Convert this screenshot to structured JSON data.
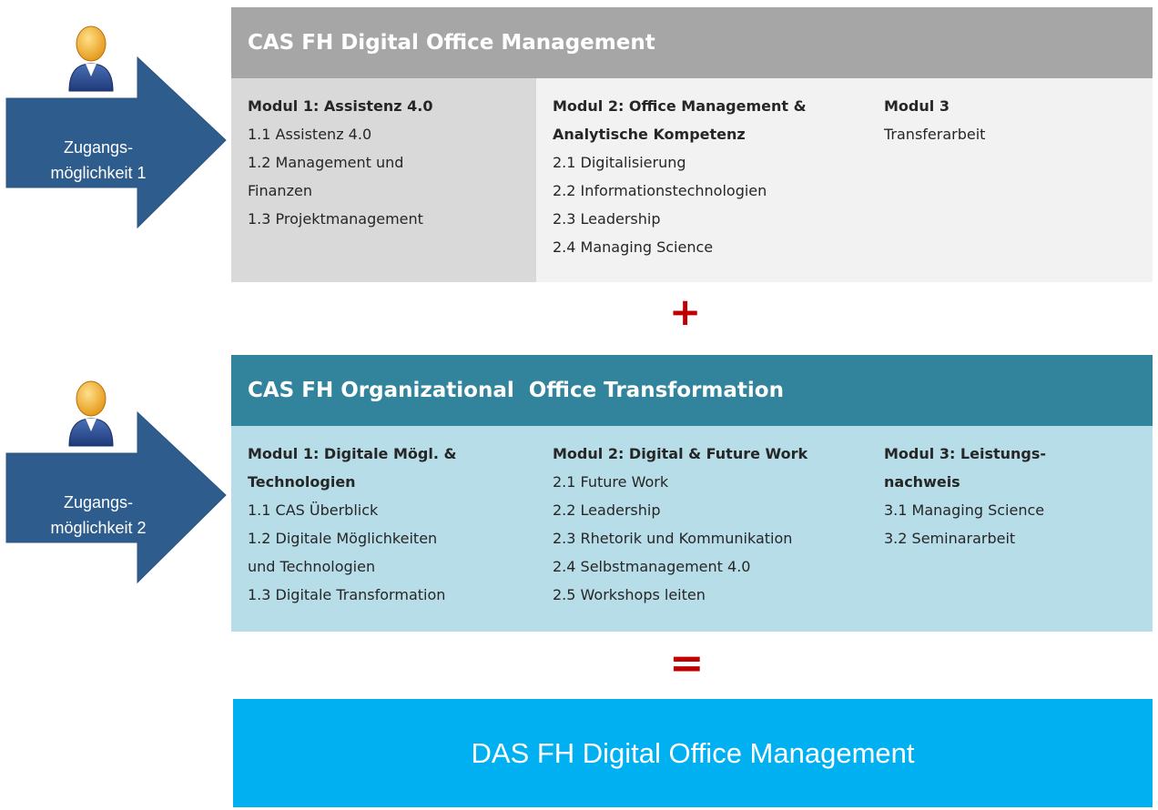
{
  "access_points": [
    {
      "label": "Zugangs-\nmöglichkeit 1",
      "icon": "person-icon"
    },
    {
      "label": "Zugangs-\nmöglichkeit 2",
      "icon": "person-icon"
    }
  ],
  "programs": [
    {
      "title": "CAS FH Digital Office Management",
      "color": "#a6a6a6",
      "modules": [
        {
          "title": "Modul 1: Assistenz 4.0",
          "items": [
            "1.1 Assistenz 4.0",
            "1.2 Management und\nFinanzen",
            "1.3 Projektmanagement"
          ]
        },
        {
          "title": "Modul 2: Office Management &\nAnalytische Kompetenz",
          "items": [
            "2.1 Digitalisierung",
            "2.2 Informationstechnologien",
            "2.3 Leadership",
            "2.4 Managing Science"
          ]
        },
        {
          "title": "Modul 3",
          "items": [
            "Transferarbeit"
          ]
        }
      ]
    },
    {
      "title": "CAS FH Organizational  Office Transformation",
      "color": "#31849b",
      "modules": [
        {
          "title": "Modul 1: Digitale Mögl. &\nTechnologien",
          "items": [
            "1.1 CAS Überblick",
            "1.2 Digitale Möglichkeiten\nund Technologien",
            "1.3 Digitale Transformation"
          ]
        },
        {
          "title": "Modul 2: Digital & Future Work",
          "items": [
            "2.1 Future Work",
            "2.2 Leadership",
            "2.3 Rhetorik und  Kommunikation",
            "2.4 Selbstmanagement 4.0",
            "2.5 Workshops leiten"
          ]
        },
        {
          "title": "Modul 3: Leistungs-\nnachweis",
          "items": [
            "3.1 Managing Science",
            "3.2 Seminararbeit"
          ]
        }
      ]
    }
  ],
  "operators": {
    "plus": "+",
    "equals": "="
  },
  "result": {
    "title": "DAS FH Digital Office Management",
    "color": "#00b0f0"
  }
}
